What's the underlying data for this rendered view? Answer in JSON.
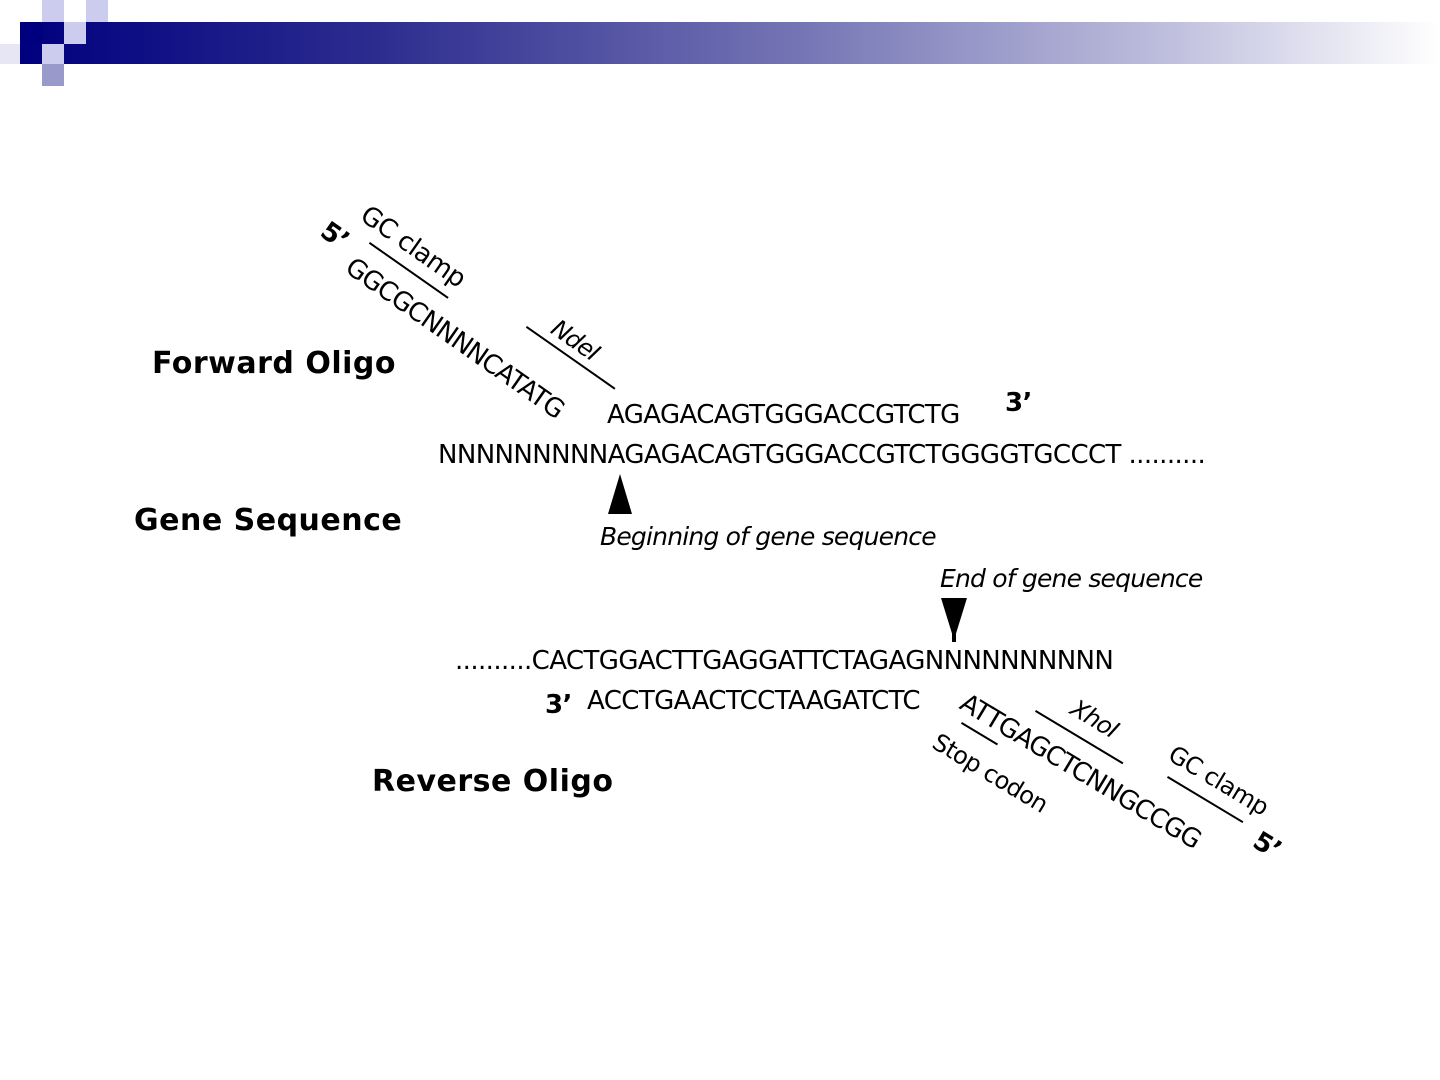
{
  "labels": {
    "forward_oligo": "Forward Oligo",
    "gene_sequence": "Gene Sequence",
    "reverse_oligo": "Reverse Oligo"
  },
  "forward": {
    "five_prime": "5’",
    "gc_clamp": "GC clamp",
    "tail": "GGCGCNNNNCATATG",
    "site": "NdeI",
    "primer": "AGAGACAGTGGGACCGTCTG",
    "three_prime": "3’"
  },
  "gene": {
    "top_strand": "NNNNNNNNNAGAGACAGTGGGACCGTCTGGGGTGCCCT ..........",
    "beginning_label": "Beginning of gene sequence",
    "end_label": "End of gene sequence",
    "end_strand": "..........CACTGGACTTGAGGATTCTAGAGNNNNNNNNNN"
  },
  "reverse": {
    "three_prime": "3’",
    "primer": "ACCTGAACTCCTAAGATCTC",
    "tail_a": "ATTGAGCTCNNGCCGG",
    "five_prime": "5’",
    "site": "XhoI",
    "gc_clamp": "GC clamp",
    "stop_codon": "Stop codon"
  },
  "colors": {
    "header_dark": "#00007f",
    "header_light": "#bcbcdc",
    "accent_square": "#9999cc"
  }
}
